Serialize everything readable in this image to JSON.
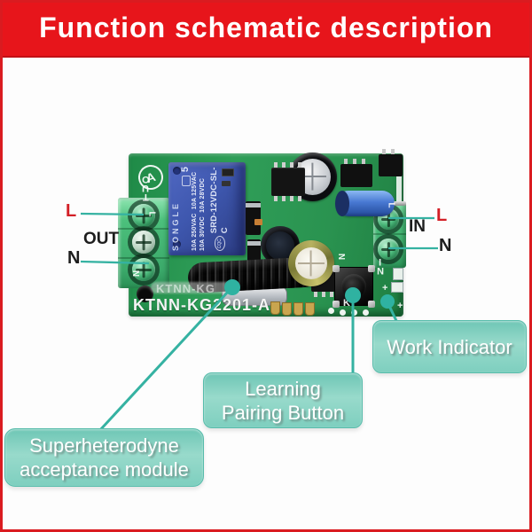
{
  "banner": {
    "title": "Function schematic description"
  },
  "labels": {
    "left": {
      "l": "L",
      "title": "OUT",
      "n": "N"
    },
    "right": {
      "l": "L",
      "title": "IN",
      "n": "N"
    }
  },
  "callouts": {
    "work": {
      "label": "Work Indicator"
    },
    "learning": {
      "line1": "Learning",
      "line2": "Pairing Button"
    },
    "receiver": {
      "line1": "Superheterodyne",
      "line2": "acceptance module"
    }
  },
  "pcb": {
    "logo_letter": "A",
    "model_silkscreen": "KTNN-KG2201-A",
    "model_silkscreen_faded": "KTNN-KG",
    "silk": {
      "out_letters": [
        "O",
        "U",
        "T"
      ],
      "in_letters": [
        "I",
        "N"
      ],
      "l": "L",
      "n": "N",
      "k": "K",
      "plus": "+"
    },
    "relay": {
      "brand": "SONGLE",
      "marking": "5",
      "cert": "CQC",
      "ratings_line1": "10A 250VAC  10A 125VAC",
      "ratings_line2": "10A 30VDC  10A 28VDC",
      "model": "SRD-12VDC-SL-C"
    }
  },
  "colors": {
    "banner_red": "#e7151b",
    "frame_red": "#da1b20",
    "line_teal": "#35b2a2",
    "callout_fill": "#84d1c2",
    "board_green": "#2b9853",
    "relay_blue": "#3e57ae",
    "label_red": "#d31f26",
    "label_dark": "#1d1d1d"
  }
}
